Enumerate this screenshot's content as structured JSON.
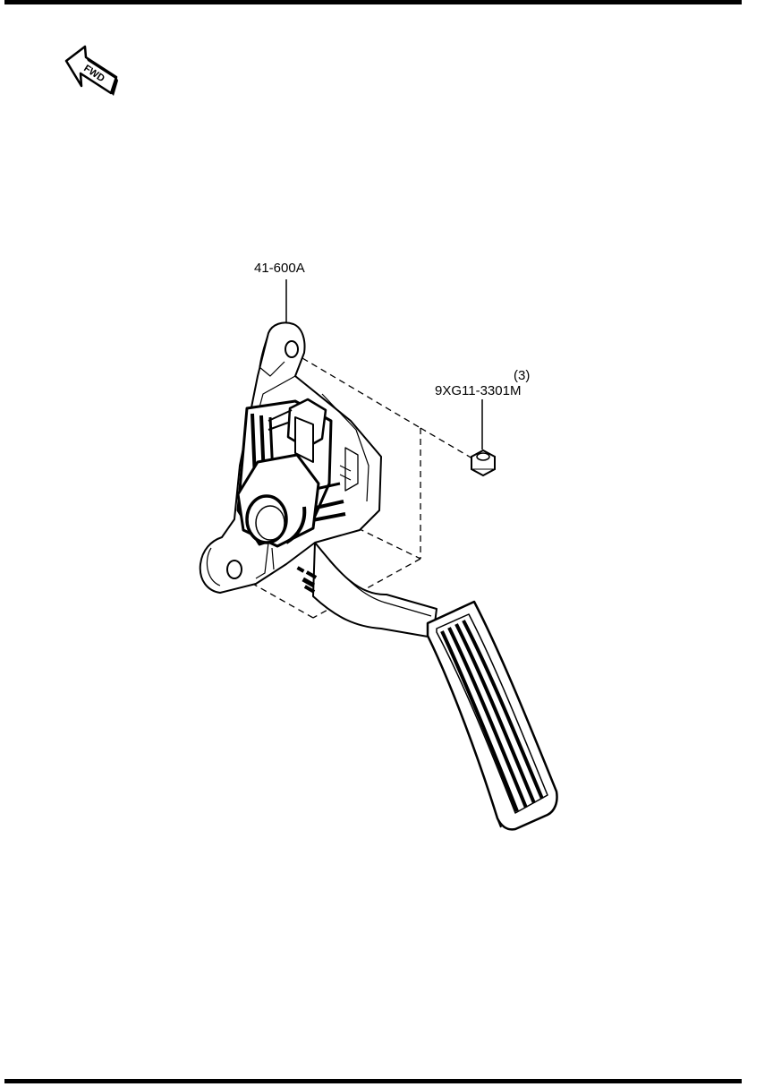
{
  "direction": {
    "label": "FWD"
  },
  "callouts": {
    "pedal_assembly": {
      "part_number": "41-600A"
    },
    "nut": {
      "part_number": "9XG11-3301M",
      "quantity": "(3)"
    }
  }
}
